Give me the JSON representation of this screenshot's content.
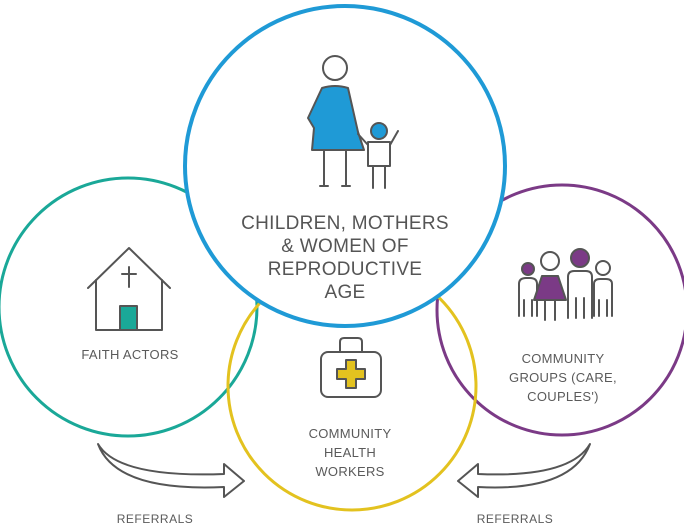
{
  "nodes": {
    "center": {
      "lines": [
        "CHILDREN, MOTHERS",
        "& WOMEN OF",
        "REPRODUCTIVE",
        "AGE"
      ],
      "color": "#1f9ad6"
    },
    "faith": {
      "lines": [
        "FAITH ACTORS"
      ],
      "color": "#1aa898"
    },
    "chw": {
      "lines": [
        "COMMUNITY",
        "HEALTH",
        "WORKERS"
      ],
      "color": "#e3c21f"
    },
    "groups": {
      "lines": [
        "COMMUNITY",
        "GROUPS (CARE,",
        "COUPLES')"
      ],
      "color": "#7b3a86"
    }
  },
  "arrows": {
    "left": "REFERRALS",
    "right": "REFERRALS"
  },
  "icons": {
    "center": "mother-child-icon",
    "faith": "church-icon",
    "chw": "medical-kit-icon",
    "groups": "family-group-icon"
  },
  "colors": {
    "outline": "#555555",
    "teal_fill": "#1aa898",
    "blue_fill": "#1f9ad6",
    "yellow_fill": "#e3c21f",
    "purple_fill": "#7b3a86"
  }
}
